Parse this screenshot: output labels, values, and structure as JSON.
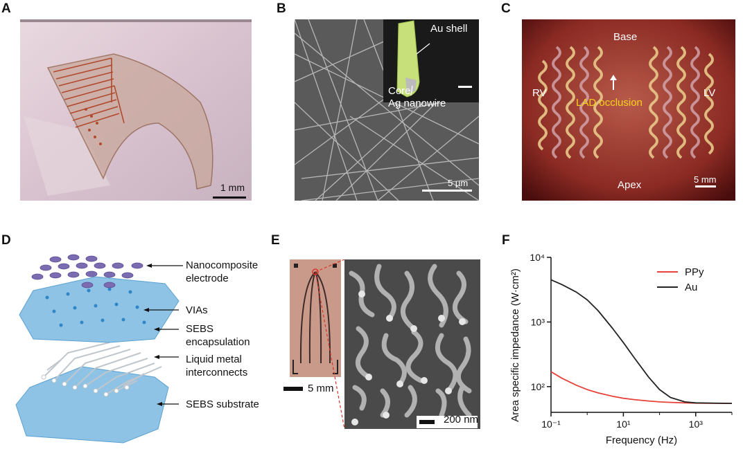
{
  "panels": {
    "a": {
      "letter": "A",
      "scale": "1 mm"
    },
    "b": {
      "letter": "B",
      "scale": "5 µm",
      "shell": "Au shell",
      "core": "Core",
      "core2": "Ag nanowire"
    },
    "c": {
      "letter": "C",
      "base": "Base",
      "rv": "RV",
      "lv": "LV",
      "lad": "LAD occlusion",
      "apex": "Apex",
      "scale": "5 mm"
    },
    "d": {
      "letter": "D",
      "labels": [
        "Nanocomposite electrode",
        "VIAs",
        "SEBS encapsulation",
        "Liquid metal interconnects",
        "SEBS substrate"
      ],
      "l0a": "Nanocomposite",
      "l0b": "electrode",
      "l1": "VIAs",
      "l2a": "SEBS",
      "l2b": "encapsulation",
      "l3a": "Liquid metal",
      "l3b": "interconnects",
      "l4": "SEBS substrate"
    },
    "e": {
      "letter": "E",
      "scale1": "5 mm",
      "scale2": "200 nm"
    },
    "f": {
      "letter": "F"
    }
  },
  "chart_data": {
    "type": "line",
    "title": "",
    "xlabel": "Frequency (Hz)",
    "ylabel": "Area specific impedance (W·cm²)",
    "xscale": "log",
    "yscale": "log",
    "xlim": [
      0.1,
      10000
    ],
    "ylim": [
      40,
      10000
    ],
    "xticks": [
      "10⁻¹",
      "10¹",
      "10³"
    ],
    "yticks": [
      "10²",
      "10³",
      "10⁴"
    ],
    "legend_position": "top-right",
    "x": [
      0.1,
      0.2,
      0.5,
      1,
      2,
      5,
      10,
      20,
      50,
      100,
      200,
      500,
      1000,
      10000
    ],
    "series": [
      {
        "name": "PPy",
        "color": "#e8413a",
        "values": [
          170,
          135,
          105,
          90,
          80,
          71,
          66,
          63,
          60,
          58,
          57,
          56,
          55.5,
          55
        ]
      },
      {
        "name": "Au",
        "color": "#222222",
        "values": [
          4500,
          3800,
          2900,
          2200,
          1500,
          800,
          480,
          280,
          140,
          90,
          68,
          58,
          56,
          55
        ]
      }
    ]
  }
}
